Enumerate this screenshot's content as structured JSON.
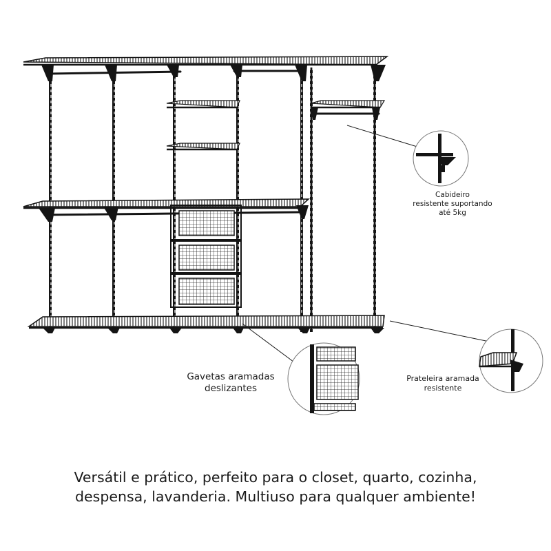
{
  "callouts": {
    "hanger": {
      "line1": "Cabideiro",
      "line2": "resistente suportando",
      "line3": "até 5kg"
    },
    "drawers": {
      "line1": "Gavetas aramadas",
      "line2": "deslizantes"
    },
    "shelf": {
      "line1": "Prateleira aramada",
      "line2": "resistente"
    }
  },
  "caption": {
    "line1": "Versátil e prático, perfeito para o closet, quarto, cozinha,",
    "line2": "despensa, lavanderia. Multiuso para qualquer ambiente!"
  },
  "colors": {
    "metal": "#141414",
    "background": "#ffffff",
    "callout_circle": "#777777"
  }
}
